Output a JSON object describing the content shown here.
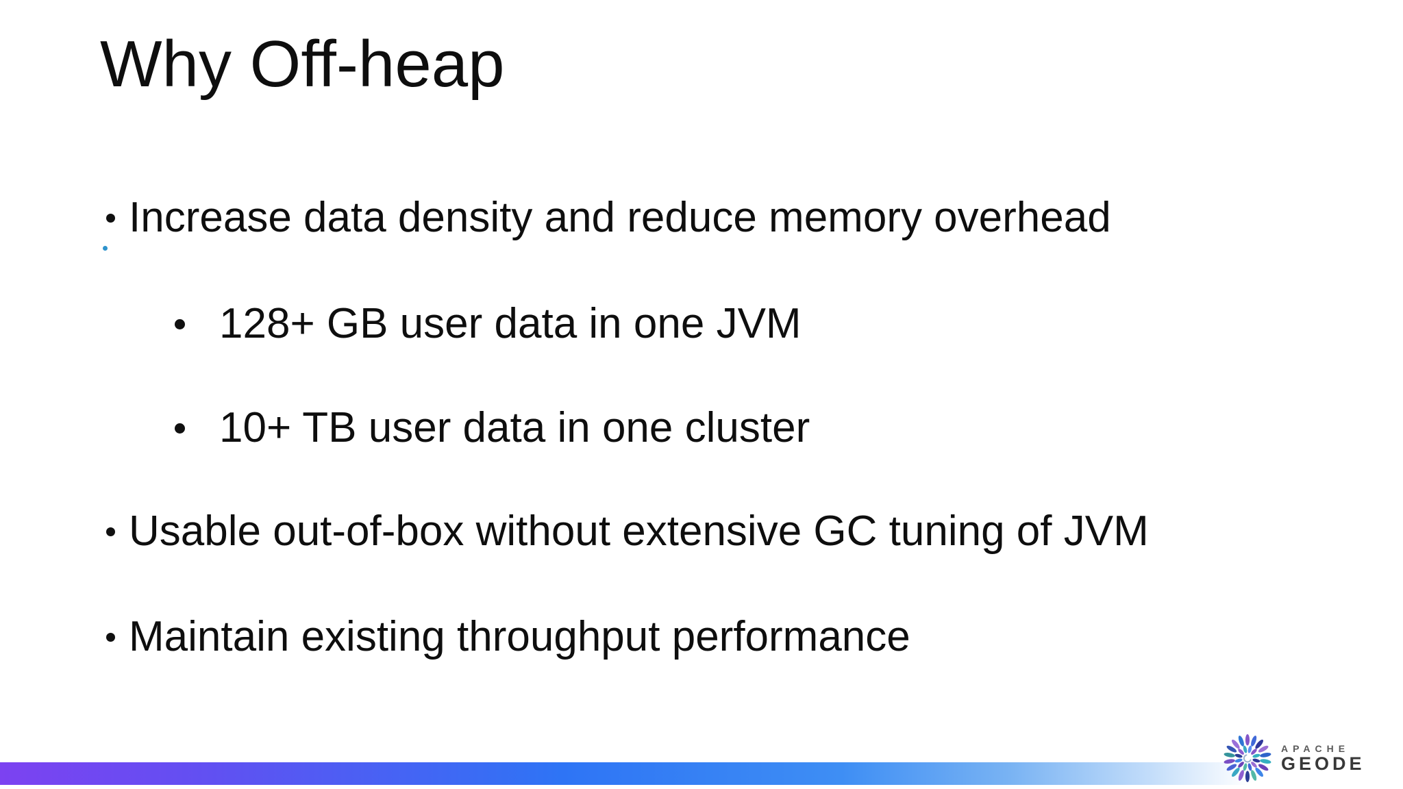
{
  "slide": {
    "title": "Why Off-heap",
    "text_color": "#0e0e0e",
    "bullets": [
      {
        "level": 1,
        "text": "Increase data density and reduce memory overhead"
      },
      {
        "level": 2,
        "text": "128+ GB user data in one JVM"
      },
      {
        "level": 2,
        "text": "10+ TB user data in one cluster"
      },
      {
        "level": 1,
        "text": "Usable out-of-box without extensive GC tuning of JVM"
      },
      {
        "level": 1,
        "text": "Maintain existing throughput performance"
      }
    ]
  },
  "footer": {
    "gradient_bar_colors": [
      "#7c42f1",
      "#6150f2",
      "#2e74f5",
      "#79b3f3",
      "#ffffff"
    ],
    "logo": {
      "brand_top": "APACHE",
      "brand_bottom": "GEODE",
      "icon": "geode-starburst-icon",
      "palette": [
        "#8456c8",
        "#4169d8",
        "#35b0c0",
        "#30379b",
        "#9b6fd4",
        "#52b9a8"
      ]
    }
  },
  "artifacts": {
    "cursor_dot_color": "#2e93cc"
  }
}
